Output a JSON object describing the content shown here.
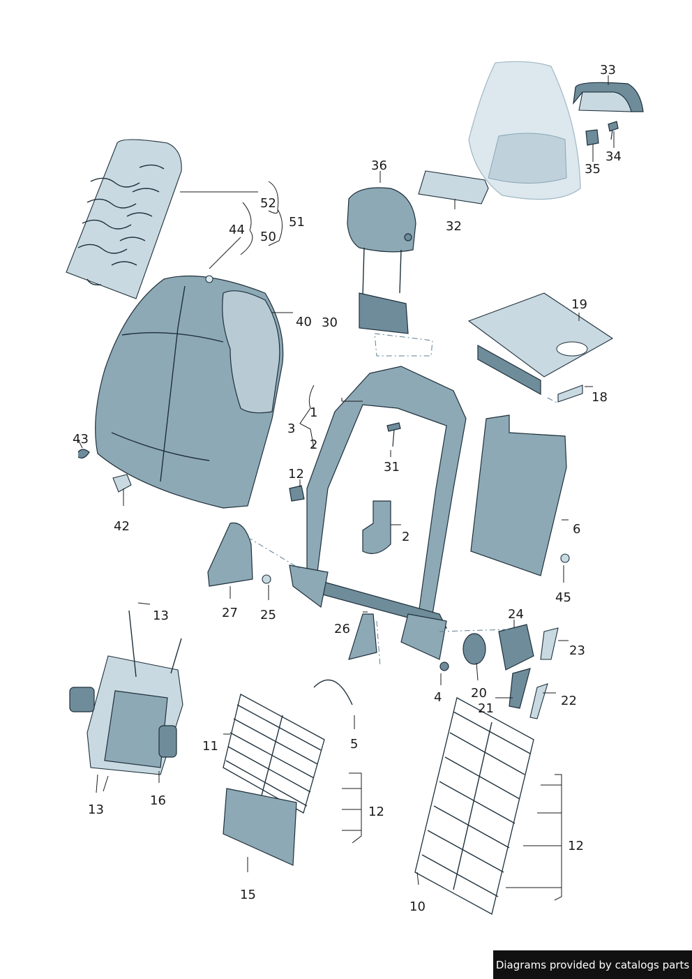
{
  "footer": {
    "text": "Diagrams provided by catalogs parts"
  },
  "labels": {
    "l1": "1",
    "l2a": "2",
    "l2b": "2",
    "l3": "3",
    "l4": "4",
    "l5": "5",
    "l6": "6",
    "l10": "10",
    "l11": "11",
    "l12a": "12",
    "l12b": "12",
    "l12c": "12",
    "l13a": "13",
    "l13b": "13",
    "l15": "15",
    "l16": "16",
    "l18": "18",
    "l19": "19",
    "l20": "20",
    "l21": "21",
    "l22": "22",
    "l23": "23",
    "l24": "24",
    "l25": "25",
    "l26": "26",
    "l27": "27",
    "l30": "30",
    "l31": "31",
    "l32": "32",
    "l33": "33",
    "l34": "34",
    "l35": "35",
    "l36": "36",
    "l40": "40",
    "l42": "42",
    "l43": "43",
    "l44": "44",
    "l45": "45",
    "l50": "50",
    "l51": "51",
    "l52": "52"
  }
}
